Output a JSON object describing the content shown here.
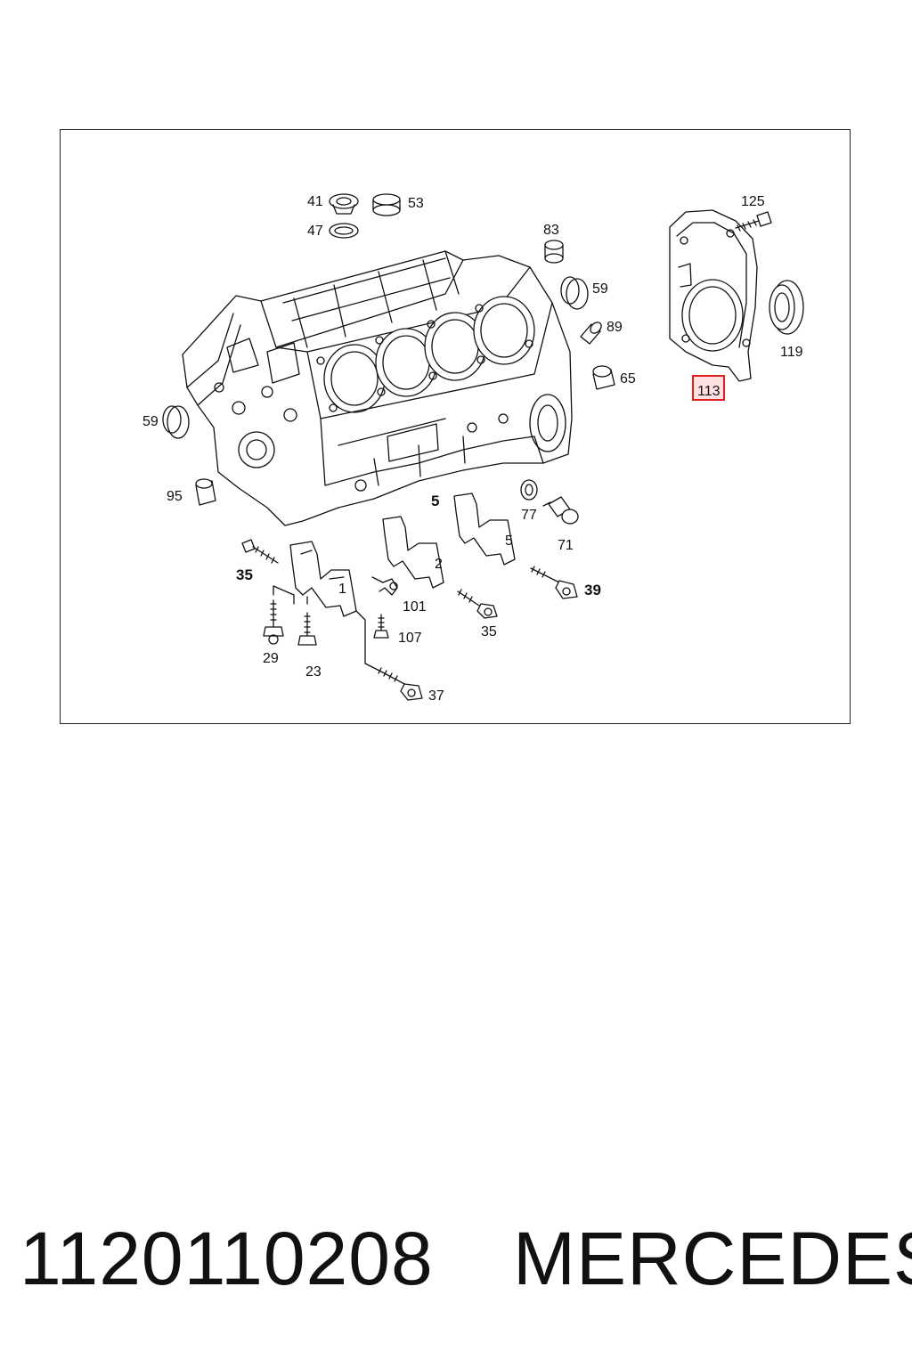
{
  "diagram": {
    "callouts": {
      "c41": "41",
      "c53": "53",
      "c47": "47",
      "c83": "83",
      "c59a": "59",
      "c89": "89",
      "c65": "65",
      "c125": "125",
      "c119": "119",
      "c113": "113",
      "c59b": "59",
      "c95": "95",
      "c5": "5",
      "c77": "77",
      "c71": "71",
      "c35a": "35",
      "c39": "39",
      "c101": "101",
      "c107": "107",
      "c35b": "35",
      "c29": "29",
      "c23": "23",
      "c37": "37"
    },
    "highlight_color": "#e02020"
  },
  "footer": {
    "part_number": "1120110208",
    "brand": "MERCEDES"
  }
}
